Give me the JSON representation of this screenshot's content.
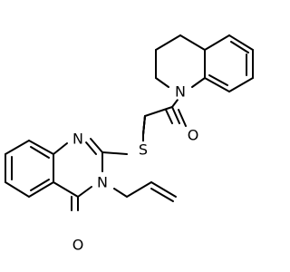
{
  "molecule": {
    "atoms": [
      {
        "id": "n_quin1",
        "symbol": "N",
        "color": "#000000"
      },
      {
        "id": "n_quin3",
        "symbol": "N",
        "color": "#000000"
      },
      {
        "id": "n_thq",
        "symbol": "N",
        "color": "#000000"
      },
      {
        "id": "s_thio",
        "symbol": "S",
        "color": "#000000"
      },
      {
        "id": "o_amide",
        "symbol": "O",
        "color": "#000000"
      },
      {
        "id": "o_keto",
        "symbol": "O",
        "color": "#000000"
      }
    ],
    "bond_color": "#000000",
    "background": "#ffffff"
  }
}
